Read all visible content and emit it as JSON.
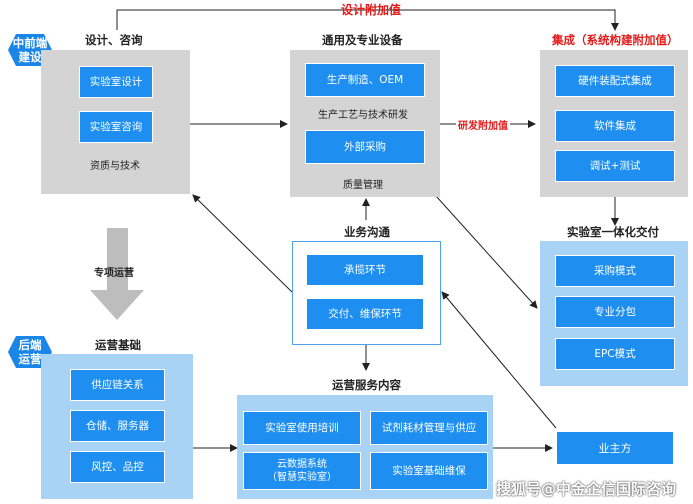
{
  "top_tag": "设计附加值",
  "front_end_tag": [
    "中前端",
    "建设"
  ],
  "back_end_tag": [
    "后端",
    "运营"
  ],
  "design": {
    "title": "设计、咨询",
    "boxes": [
      "实验室设计",
      "实验室咨询"
    ],
    "footer": "资质与技术"
  },
  "equipment": {
    "title": "通用及专业设备",
    "boxes": [
      "生产制造、OEM",
      "外部采购"
    ],
    "middle_text": "生产工艺与技术研发",
    "footer": "质量管理"
  },
  "rd_tag": "研发附加值",
  "integration": {
    "title": "集成（系统构建附加值）",
    "boxes": [
      "硬件装配式集成",
      "软件集成",
      "调试+测试"
    ]
  },
  "communication": {
    "title": "业务沟通",
    "boxes": [
      "承揽环节",
      "交付、维保环节"
    ]
  },
  "delivery": {
    "title": "实验室一体化交付",
    "boxes": [
      "采购模式",
      "专业分包",
      "EPC模式"
    ]
  },
  "special_ops": "专项运营",
  "ops_base": {
    "title": "运营基础",
    "boxes": [
      "供应链关系",
      "仓储、服务器",
      "风控、品控"
    ]
  },
  "service": {
    "title": "运营服务内容",
    "boxes": [
      "实验室使用培训",
      "试剂耗材管理与供应",
      "云数据系统\n（智慧实验室）",
      "实验室基础维保"
    ]
  },
  "owner": "业主方",
  "watermark": "搜狐号@中金企信国际咨询",
  "colors": {
    "blue_box": "#1e8ff0",
    "panel_gray": "#d4d4d4",
    "panel_light_blue": "#a9d3f5",
    "accent_red": "#e21b1b",
    "hex_blue": "#1a86e8"
  }
}
